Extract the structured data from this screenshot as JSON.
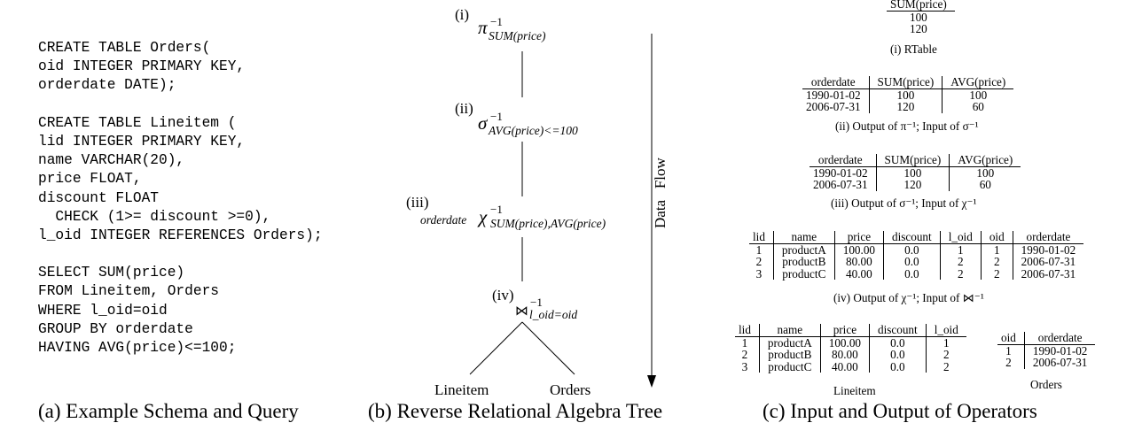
{
  "panel_a": {
    "caption": "(a) Example Schema and Query",
    "sql_lines": [
      "CREATE TABLE Orders(",
      "oid INTEGER PRIMARY KEY,",
      "orderdate DATE);",
      "",
      "CREATE TABLE Lineitem (",
      "lid INTEGER PRIMARY KEY,",
      "name VARCHAR(20),",
      "price FLOAT,",
      "discount FLOAT",
      "  CHECK (1>= discount >=0),",
      "l_oid INTEGER REFERENCES Orders);",
      "",
      "SELECT SUM(price)",
      "FROM Lineitem, Orders",
      "WHERE l_oid=oid",
      "GROUP BY orderdate",
      "HAVING AVG(price)<=100;"
    ]
  },
  "panel_b": {
    "caption": "(b) Reverse Relational Algebra Tree",
    "flow_label": "Data   Flow",
    "nodes": [
      {
        "roman": "(i)",
        "sym": "π",
        "pre": "",
        "sub": "SUM(price)",
        "sup": "−1"
      },
      {
        "roman": "(ii)",
        "sym": "σ",
        "pre": "",
        "sub": "AVG(price)<=100",
        "sup": "−1"
      },
      {
        "roman": "(iii)",
        "sym": "χ",
        "pre": "orderdate",
        "sub": "SUM(price),AVG(price)",
        "sup": "−1"
      },
      {
        "roman": "(iv)",
        "sym": "⋈",
        "pre": "",
        "sub": "l_oid=oid",
        "sup": "−1"
      }
    ],
    "leaves": [
      "Lineitem",
      "Orders"
    ]
  },
  "panel_c": {
    "caption": "(c) Input and Output of Operators",
    "rtable": {
      "headers": [
        "SUM(price)"
      ],
      "rows": [
        [
          "100"
        ],
        [
          "120"
        ]
      ],
      "caption": "(i) RTable"
    },
    "table_ii": {
      "headers": [
        "orderdate",
        "SUM(price)",
        "AVG(price)"
      ],
      "rows": [
        [
          "1990-01-02",
          "100",
          "100"
        ],
        [
          "2006-07-31",
          "120",
          "60"
        ]
      ],
      "caption": "(ii) Output of π⁻¹; Input of σ⁻¹"
    },
    "table_iii": {
      "headers": [
        "orderdate",
        "SUM(price)",
        "AVG(price)"
      ],
      "rows": [
        [
          "1990-01-02",
          "100",
          "100"
        ],
        [
          "2006-07-31",
          "120",
          "60"
        ]
      ],
      "caption": "(iii) Output of σ⁻¹; Input of χ⁻¹"
    },
    "table_iv": {
      "headers": [
        "lid",
        "name",
        "price",
        "discount",
        "l_oid",
        "oid",
        "orderdate"
      ],
      "rows": [
        [
          "1",
          "productA",
          "100.00",
          "0.0",
          "1",
          "1",
          "1990-01-02"
        ],
        [
          "2",
          "productB",
          "80.00",
          "0.0",
          "2",
          "2",
          "2006-07-31"
        ],
        [
          "3",
          "productC",
          "40.00",
          "0.0",
          "2",
          "2",
          "2006-07-31"
        ]
      ],
      "caption": "(iv) Output of χ⁻¹; Input of ⋈⁻¹"
    },
    "lineitem": {
      "headers": [
        "lid",
        "name",
        "price",
        "discount",
        "l_oid"
      ],
      "rows": [
        [
          "1",
          "productA",
          "100.00",
          "0.0",
          "1"
        ],
        [
          "2",
          "productB",
          "80.00",
          "0.0",
          "2"
        ],
        [
          "3",
          "productC",
          "40.00",
          "0.0",
          "2"
        ]
      ],
      "caption": "Lineitem"
    },
    "orders": {
      "headers": [
        "oid",
        "orderdate"
      ],
      "rows": [
        [
          "1",
          "1990-01-02"
        ],
        [
          "2",
          "2006-07-31"
        ]
      ],
      "caption": "Orders"
    }
  }
}
